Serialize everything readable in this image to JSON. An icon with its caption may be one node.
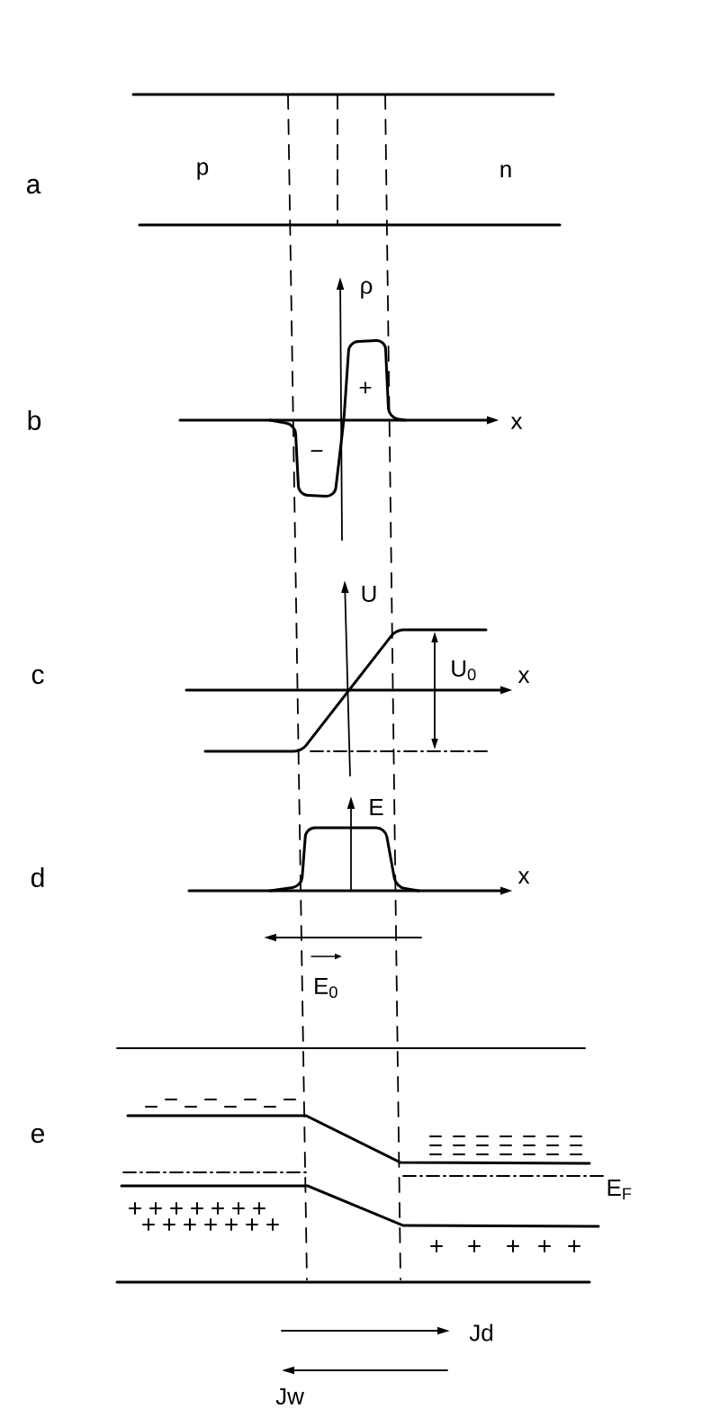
{
  "diagram": {
    "labels": [
      "a",
      "p",
      "n",
      "ρ",
      "+",
      "b",
      "x",
      "−",
      "U",
      "U$_{0}$",
      "c",
      "x",
      "E",
      "d",
      "x",
      "E$_{0}$",
      "e",
      "E$_{F}$",
      "Jd",
      "Jw"
    ]
  }
}
